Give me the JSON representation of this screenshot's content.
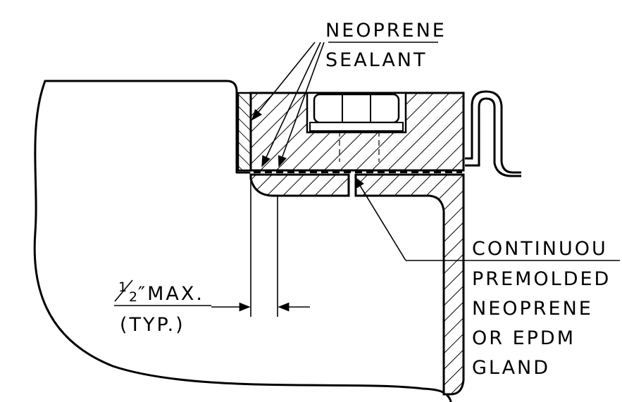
{
  "labels": {
    "neoprene_sealant_line1": "NEOPRENE",
    "neoprene_sealant_line2": "SEALANT",
    "gland_line1": "CONTINUOU",
    "gland_line2": "PREMOLDED",
    "gland_line3": "NEOPRENE",
    "gland_line4": "OR EPDM",
    "gland_line5": "GLAND",
    "dim_fraction_num": "1",
    "dim_fraction_den": "2",
    "dim_text": "″MAX.",
    "dim_typ": "(TYP.)"
  }
}
